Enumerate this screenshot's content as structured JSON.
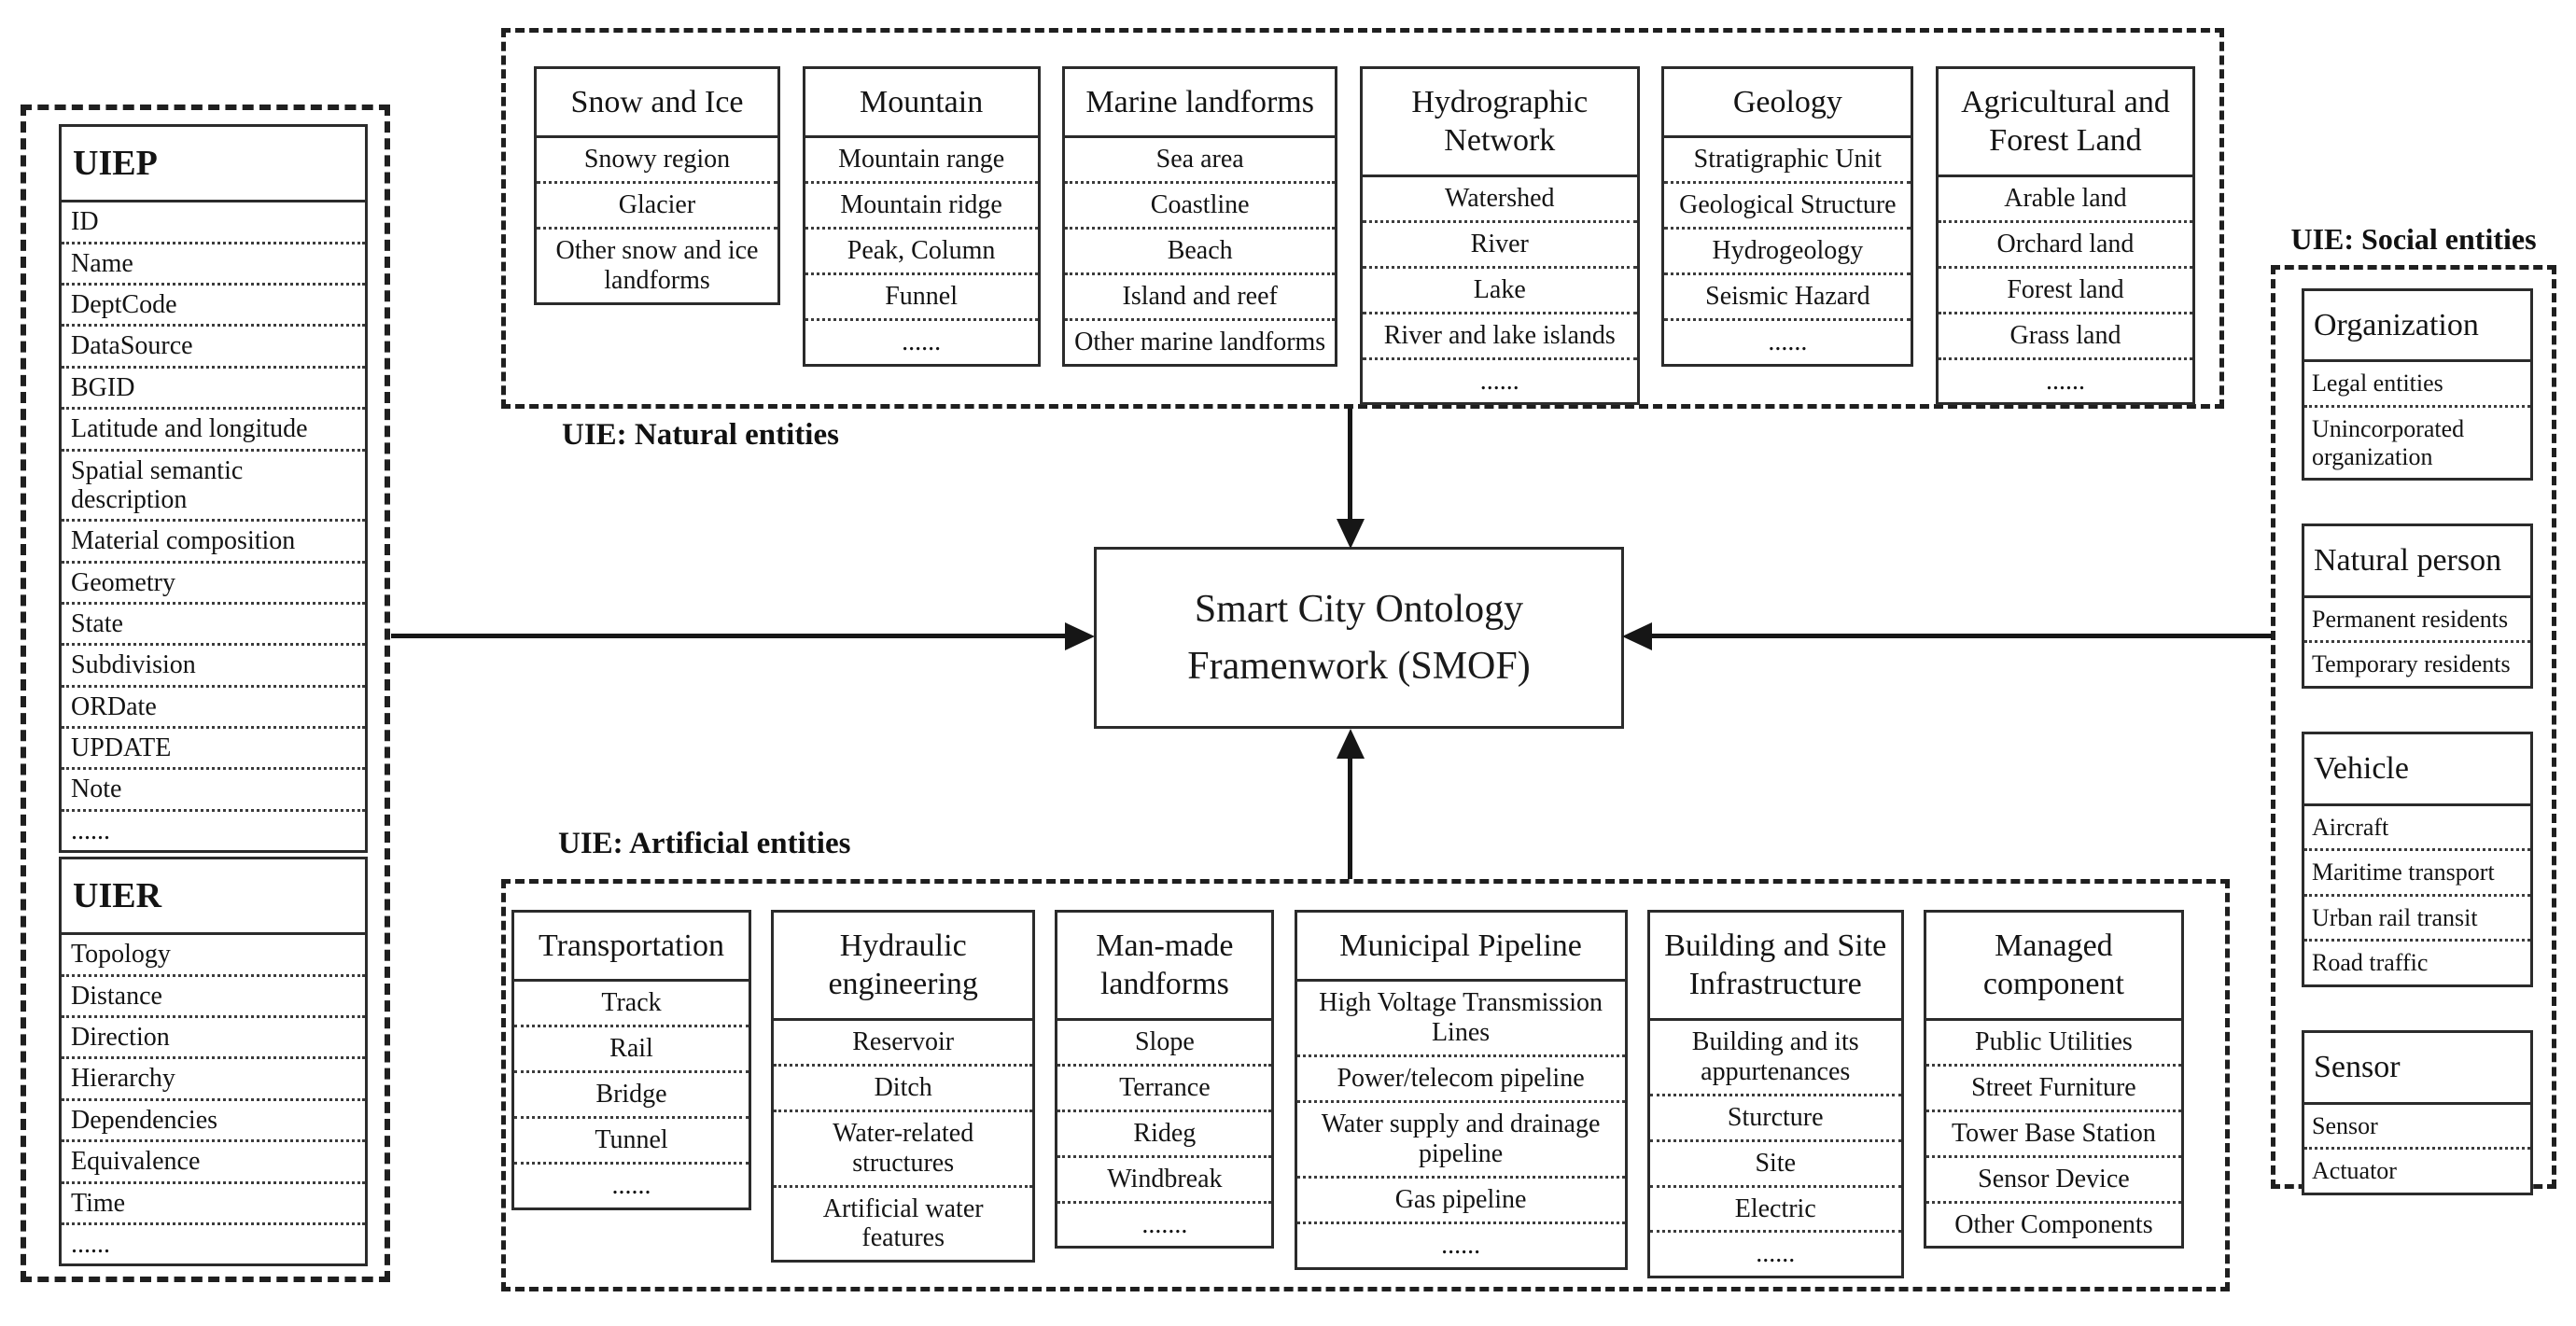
{
  "colors": {
    "ink": "#1a1a1a",
    "background": "#ffffff"
  },
  "center_box": {
    "line1": "Smart City Ontology",
    "line2": "Framenwork (SMOF)"
  },
  "left_panel": {
    "uiep": {
      "title": "UIEP",
      "items": [
        "ID",
        "Name",
        "DeptCode",
        "DataSource",
        "BGID",
        "Latitude and longitude",
        "Spatial semantic description",
        "Material composition",
        "Geometry",
        "State",
        "Subdivision",
        "ORDate",
        "UPDATE",
        "Note",
        "......"
      ]
    },
    "uier": {
      "title": "UIER",
      "items": [
        "Topology",
        "Distance",
        "Direction",
        "Hierarchy",
        "Dependencies",
        "Equivalence",
        "Time",
        "......"
      ]
    }
  },
  "natural_entities": {
    "label": "UIE: Natural entities",
    "boxes": [
      {
        "title": "Snow and Ice",
        "items": [
          "Snowy region",
          "Glacier",
          "Other snow and ice landforms"
        ]
      },
      {
        "title": "Mountain",
        "items": [
          "Mountain range",
          "Mountain ridge",
          "Peak, Column",
          "Funnel",
          "......"
        ]
      },
      {
        "title": "Marine landforms",
        "items": [
          "Sea area",
          "Coastline",
          "Beach",
          "Island and reef",
          "Other marine landforms"
        ]
      },
      {
        "title": "Hydrographic Network",
        "items": [
          "Watershed",
          "River",
          "Lake",
          "River and lake islands",
          "......"
        ]
      },
      {
        "title": "Geology",
        "items": [
          "Stratigraphic Unit",
          "Geological Structure",
          "Hydrogeology",
          "Seismic Hazard",
          "......"
        ]
      },
      {
        "title": "Agricultural and Forest Land",
        "items": [
          "Arable land",
          "Orchard land",
          "Forest land",
          "Grass land",
          "......"
        ]
      }
    ]
  },
  "artificial_entities": {
    "label": "UIE: Artificial entities",
    "boxes": [
      {
        "title": "Transportation",
        "items": [
          "Track",
          "Rail",
          "Bridge",
          "Tunnel",
          "......"
        ]
      },
      {
        "title": "Hydraulic engineering",
        "items": [
          "Reservoir",
          "Ditch",
          "Water-related structures",
          "Artificial water features"
        ]
      },
      {
        "title": "Man-made landforms",
        "items": [
          "Slope",
          "Terrance",
          "Rideg",
          "Windbreak",
          "......."
        ]
      },
      {
        "title": "Municipal Pipeline",
        "items": [
          "High Voltage Transmission Lines",
          "Power/telecom pipeline",
          "Water supply and drainage pipeline",
          "Gas pipeline",
          "......"
        ]
      },
      {
        "title": "Building and Site Infrastructure",
        "items": [
          "Building and its appurtenances",
          "Sturcture",
          "Site",
          "Electric",
          "......"
        ]
      },
      {
        "title": "Managed component",
        "items": [
          "Public Utilities",
          "Street Furniture",
          "Tower Base Station",
          "Sensor Device",
          "Other Components"
        ]
      }
    ]
  },
  "social_entities": {
    "label": "UIE: Social entities",
    "boxes": [
      {
        "title": "Organization",
        "items": [
          "Legal entities",
          "Unincorporated organization"
        ]
      },
      {
        "title": "Natural person",
        "items": [
          "Permanent residents",
          "Temporary residents"
        ]
      },
      {
        "title": "Vehicle",
        "items": [
          "Aircraft",
          "Maritime transport",
          "Urban rail transit",
          "Road traffic"
        ]
      },
      {
        "title": "Sensor",
        "items": [
          "Sensor",
          "Actuator"
        ]
      }
    ]
  }
}
